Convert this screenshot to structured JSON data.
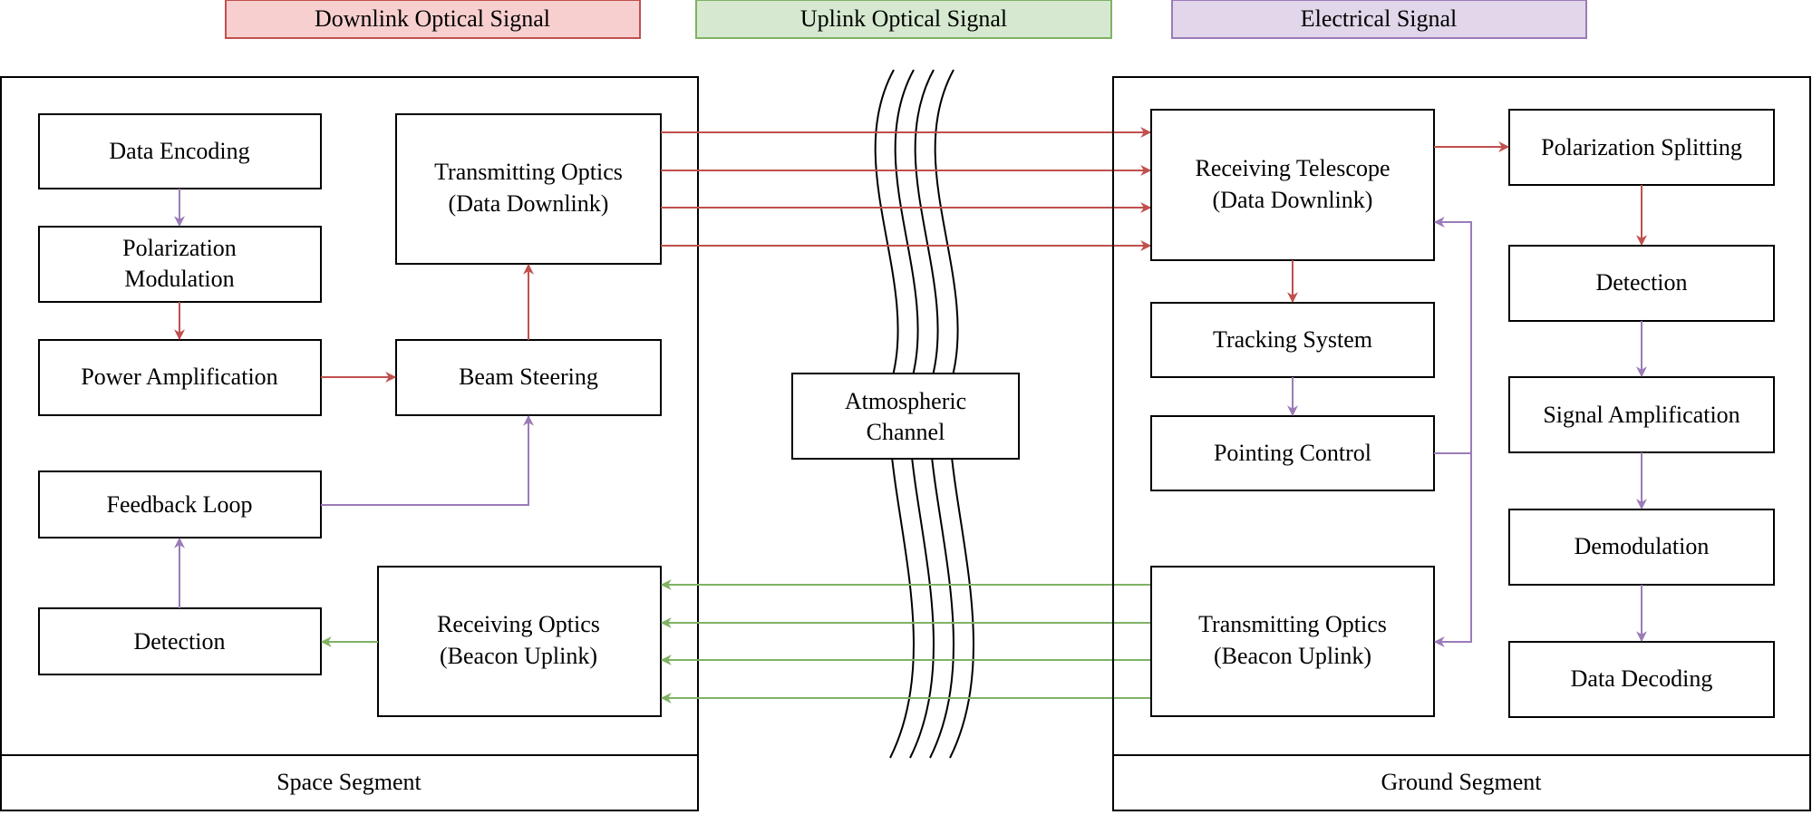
{
  "legend": [
    {
      "label": "Downlink Optical Signal",
      "fill": "#f8cfcf",
      "stroke": "#c0504d"
    },
    {
      "label": "Uplink Optical Signal",
      "fill": "#d6e9d0",
      "stroke": "#7fb265"
    },
    {
      "label": "Electrical Signal",
      "fill": "#e2d6ea",
      "stroke": "#9b7bb8"
    }
  ],
  "colors": {
    "downlink": "#c0504d",
    "uplink": "#7fb265",
    "electrical": "#9b7bb8",
    "line": "#000000"
  },
  "space_segment": {
    "label": "Space Segment",
    "blocks": {
      "data_encoding": "Data Encoding",
      "polarization_modulation": [
        "Polarization",
        "Modulation"
      ],
      "power_amplification": "Power Amplification",
      "transmitting_optics": [
        "Transmitting Optics",
        "(Data Downlink)"
      ],
      "beam_steering": "Beam Steering",
      "feedback_loop": "Feedback Loop",
      "detection": "Detection",
      "receiving_optics": [
        "Receiving Optics",
        "(Beacon Uplink)"
      ]
    }
  },
  "channel": {
    "label": [
      "Atmospheric",
      "Channel"
    ]
  },
  "ground_segment": {
    "label": "Ground Segment",
    "blocks": {
      "receiving_telescope": [
        "Receiving Telescope",
        "(Data Downlink)"
      ],
      "tracking_system": "Tracking System",
      "pointing_control": "Pointing Control",
      "transmitting_optics": [
        "Transmitting Optics",
        "(Beacon Uplink)"
      ],
      "polarization_splitting": "Polarization Splitting",
      "detection": "Detection",
      "signal_amplification": "Signal Amplification",
      "demodulation": "Demodulation",
      "data_decoding": "Data Decoding"
    }
  }
}
